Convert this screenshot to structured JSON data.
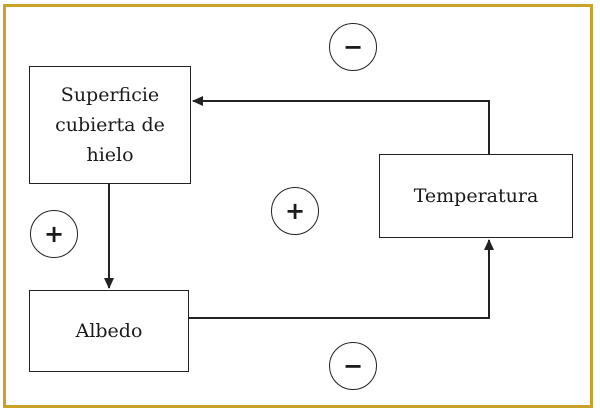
{
  "diagram": {
    "nodes": {
      "superficie": {
        "label": "Superficie cubierta de hielo"
      },
      "temperatura": {
        "label": "Temperatura"
      },
      "albedo": {
        "label": "Albedo"
      }
    },
    "signs": {
      "top": "−",
      "center": "+",
      "left": "+",
      "bottom": "−"
    },
    "edges": [
      {
        "from": "superficie",
        "to": "albedo"
      },
      {
        "from": "albedo",
        "to": "temperatura"
      },
      {
        "from": "temperatura",
        "to": "superficie"
      }
    ],
    "colors": {
      "frame_border": "#c9a227",
      "line": "#222222",
      "text": "#1a1a1a"
    }
  }
}
